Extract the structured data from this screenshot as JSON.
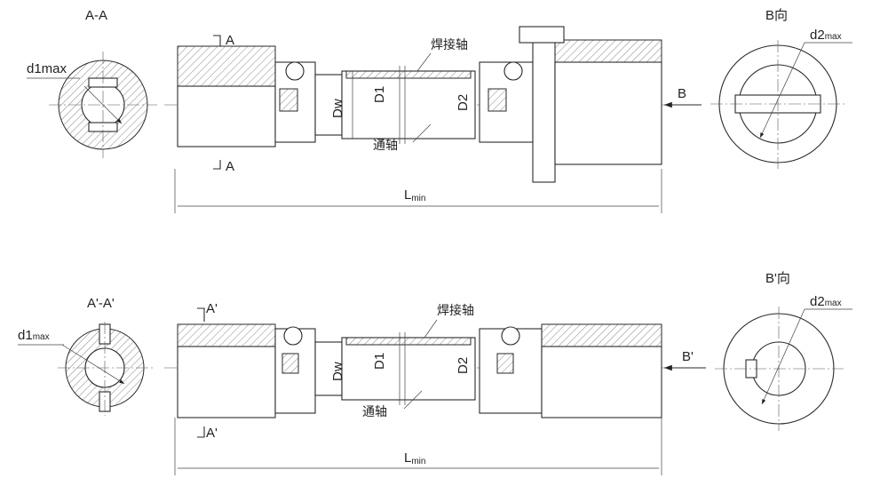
{
  "top": {
    "section_title": "A-A",
    "d1_label": "d1max",
    "section_mark_upper": "A",
    "section_mark_lower": "A",
    "welded_shaft": "焊接轴",
    "through_shaft": "通轴",
    "dw_label": "Dw",
    "d1_dim": "D1",
    "d2_dim": "D2",
    "length_main": "L",
    "length_sub": "min",
    "view_arrow": "B",
    "view_title": "B向",
    "d2_main": "d2",
    "d2_sub": "max"
  },
  "bottom": {
    "section_title": "A'-A'",
    "d1_main": "d1",
    "d1_sub": "max",
    "section_mark_upper": "A'",
    "section_mark_lower": "A'",
    "welded_shaft": "焊接轴",
    "through_shaft": "通轴",
    "dw_label": "Dw",
    "d1_dim": "D1",
    "d2_dim": "D2",
    "length_main": "L",
    "length_sub": "min",
    "view_arrow": "B'",
    "view_title": "B'向",
    "d2_main": "d2",
    "d2_sub": "max"
  }
}
